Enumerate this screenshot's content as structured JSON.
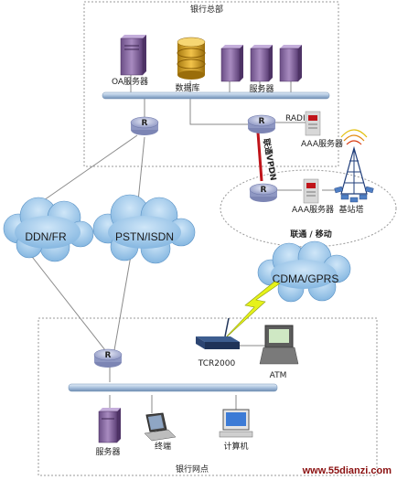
{
  "hq": {
    "title": "银行总部",
    "oa_server": "OA服务器",
    "database": "数据库",
    "servers": "服务器",
    "radius": "RADIUS",
    "aaa_server": "AAA服务器"
  },
  "carrier": {
    "title": "联通 / 移动",
    "aaa_server": "AAA服务器",
    "base_station": "基站塔",
    "vpdn_link": "联通VPDN"
  },
  "clouds": {
    "ddn": "DDN/FR",
    "pstn": "PSTN/ISDN",
    "cdma": "CDMA/GPRS"
  },
  "branch": {
    "title": "银行网点",
    "tcr": "TCR2000",
    "atm": "ATM",
    "server": "服务器",
    "terminal": "终端",
    "computer": "计算机"
  },
  "router_symbol": "R",
  "watermark": "www.55dianzi.com",
  "colors": {
    "bus": "#b8cde4",
    "cloud": "#9ec9ea",
    "server": "#8e6fa6",
    "router": "#aab2d6",
    "vpdn": "#c0141a",
    "lightning": "#e6f21a"
  }
}
